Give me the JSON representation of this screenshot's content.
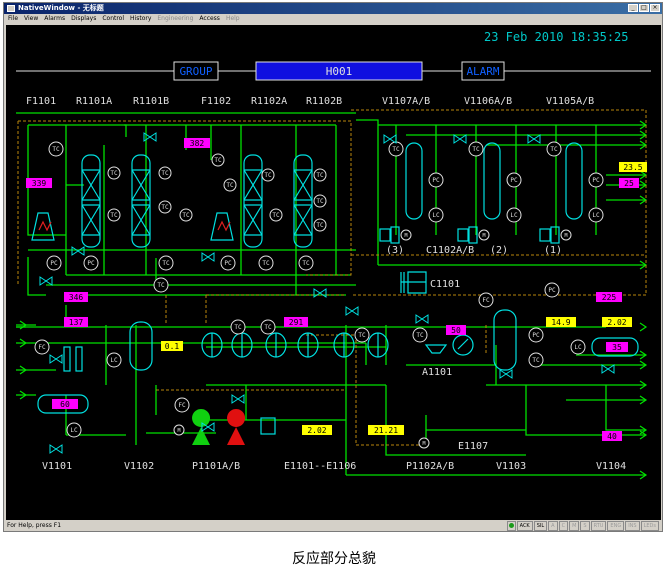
{
  "window": {
    "title": "NativeWindow - 无标题",
    "menu": [
      {
        "label": "File",
        "enabled": true
      },
      {
        "label": "View",
        "enabled": true
      },
      {
        "label": "Alarms",
        "enabled": true
      },
      {
        "label": "Displays",
        "enabled": true
      },
      {
        "label": "Control",
        "enabled": true
      },
      {
        "label": "History",
        "enabled": true
      },
      {
        "label": "Engineering",
        "enabled": false
      },
      {
        "label": "Access",
        "enabled": true
      },
      {
        "label": "Help",
        "enabled": false
      }
    ]
  },
  "header": {
    "datetime": "23 Feb 2010 18:35:25",
    "nav_group": "GROUP",
    "nav_current": "H001",
    "nav_alarm": "ALARM"
  },
  "equipment_top": {
    "labels": [
      "F1101",
      "R1101A",
      "R1101B",
      "F1102",
      "R1102A",
      "R1102B",
      "V1107A/B",
      "V1106A/B",
      "V1105A/B"
    ]
  },
  "equipment_bottom": {
    "labels": [
      "V1101",
      "V1102",
      "P1101A/B",
      "E1101--E1106",
      "P1102A/B",
      "V1103",
      "V1104"
    ]
  },
  "equipment_mid": {
    "c1101": "C1101",
    "a1101": "A1101",
    "e1107": "E1107",
    "c1102": "C1102A/B",
    "unit3": "(3)",
    "unit2": "(2)",
    "unit1": "(1)"
  },
  "instruments": {
    "tc": "TC",
    "pc": "PC",
    "lc": "LC",
    "fc": "FC",
    "m": "M"
  },
  "values": {
    "v382": "382",
    "v339": "339",
    "v346": "346",
    "v137": "137",
    "v01": "0.1",
    "v60": "60",
    "v291": "291",
    "v50": "50",
    "v225": "225",
    "v235": "23.5",
    "v25": "25",
    "v149": "14.9",
    "v202a": "2.02",
    "v35": "35",
    "v202b": "2.02",
    "v2121": "21.21",
    "v40": "40"
  },
  "status": {
    "help": "For Help, press F1",
    "panes": [
      {
        "label": "ACK",
        "enabled": true
      },
      {
        "label": "SIL",
        "enabled": true
      },
      {
        "label": "A",
        "enabled": false
      },
      {
        "label": "C",
        "enabled": false
      },
      {
        "label": "M",
        "enabled": false
      },
      {
        "label": "S",
        "enabled": false
      },
      {
        "label": "RTU",
        "enabled": false
      },
      {
        "label": "ENG",
        "enabled": false
      },
      {
        "label": "INS",
        "enabled": false
      },
      {
        "label": "LEDs",
        "enabled": false
      }
    ]
  },
  "caption": "反应部分总貌",
  "colors": {
    "background": "#000000",
    "pipe": "#00e000",
    "equipment": "#00e0e0",
    "dashed": "#b8860b",
    "value_magenta": "#ff00ff",
    "value_yellow": "#ffff00",
    "nav_blue": "#1010e0",
    "pump_green": "#10d010",
    "pump_red": "#e01010",
    "label_white": "#e0e0e0"
  }
}
